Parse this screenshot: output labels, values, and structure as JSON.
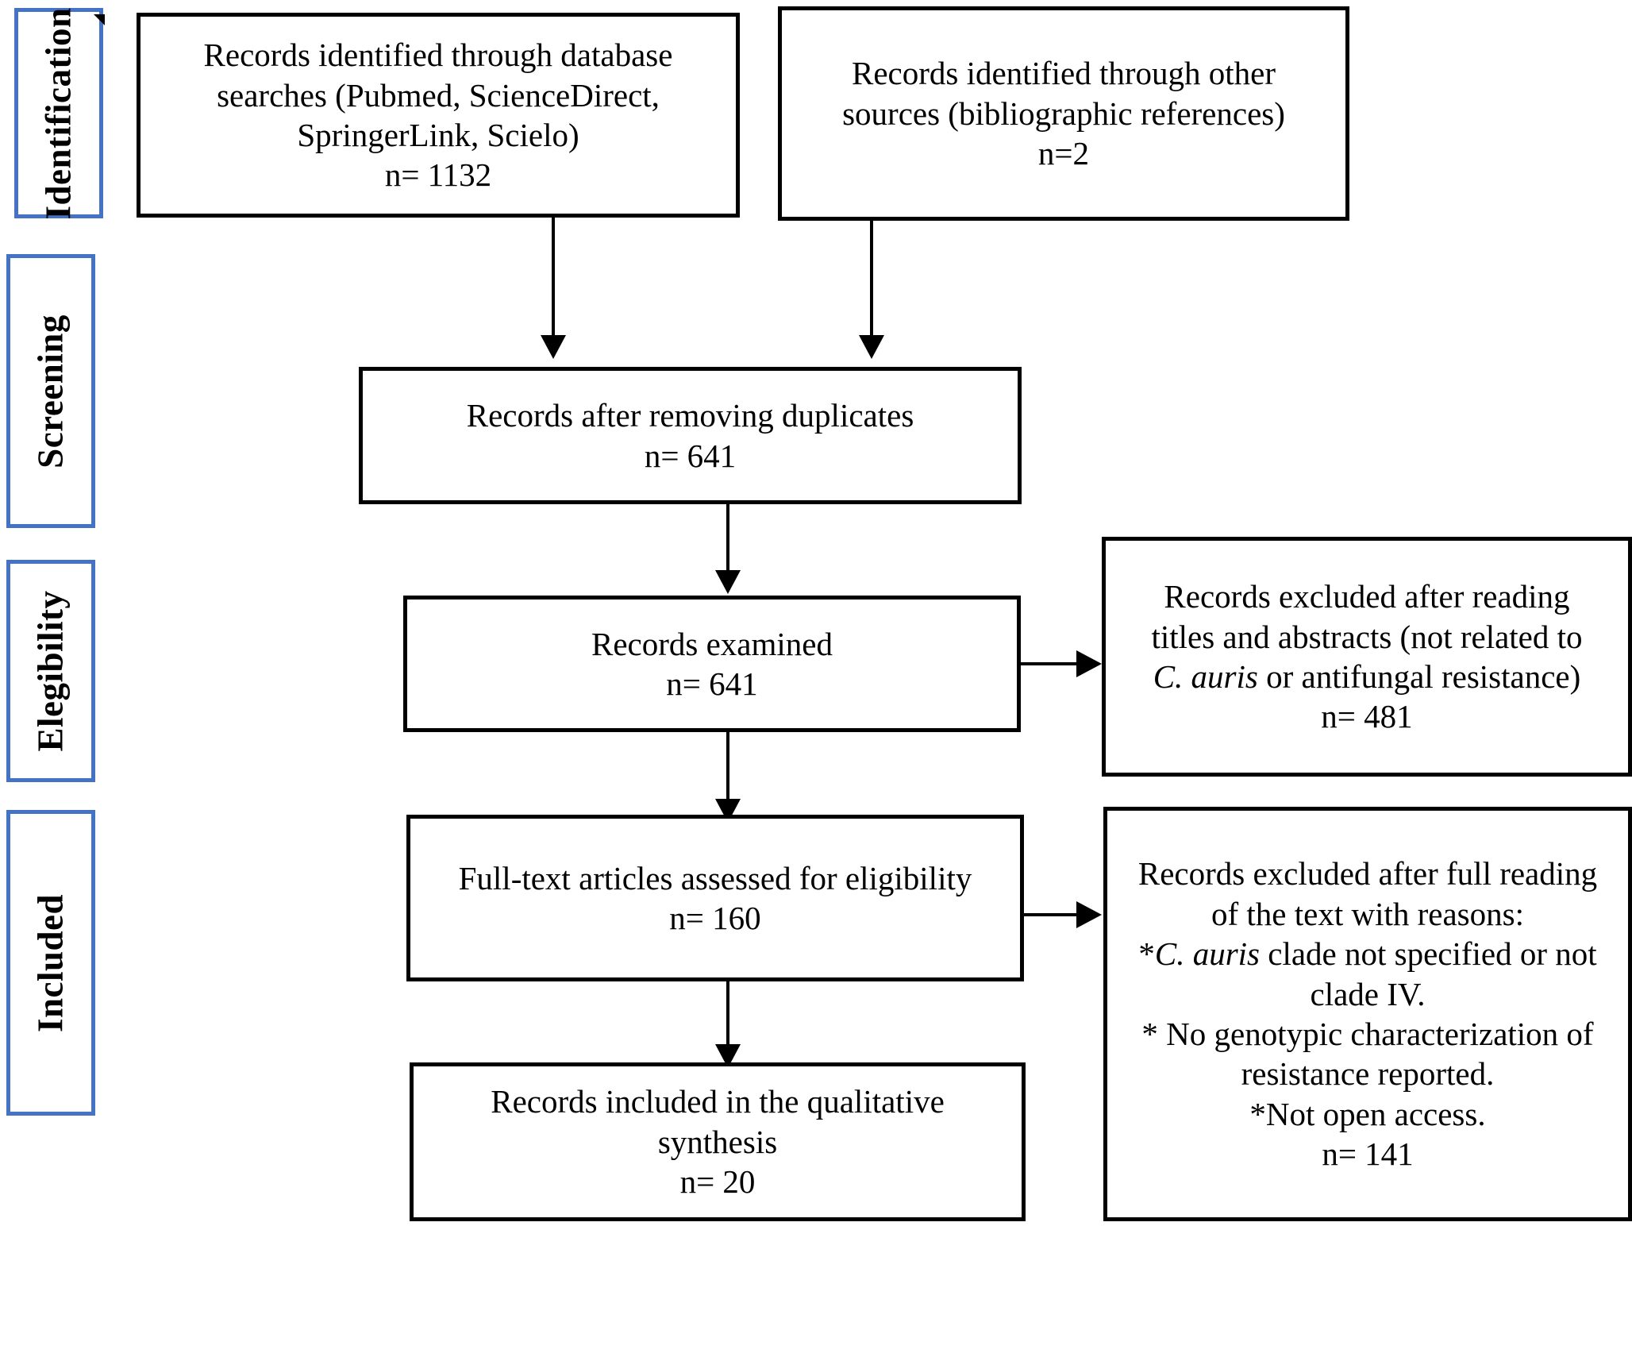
{
  "figure": {
    "type": "prisma-flow-diagram",
    "colors": {
      "stage_border": "#4472c4",
      "box_border": "#000000",
      "text": "#000000",
      "background": "#ffffff"
    }
  },
  "stages": [
    {
      "label": "Identification"
    },
    {
      "label": "Screening"
    },
    {
      "label": "Elegibility"
    },
    {
      "label": "Included"
    }
  ],
  "boxes": {
    "database_records": {
      "line1": "Records identified through database",
      "line2": "searches (Pubmed, ScienceDirect,",
      "line3": "SpringerLink, Scielo)",
      "count": "n= 1132"
    },
    "other_records": {
      "line1": "Records identified through other",
      "line2": "sources (bibliographic references)",
      "count": "n=2"
    },
    "after_duplicates": {
      "line1": "Records after removing duplicates",
      "count": "n= 641"
    },
    "records_examined": {
      "line1": "Records examined",
      "count": "n= 641"
    },
    "excluded_titles_abstracts": {
      "line1": "Records excluded after reading",
      "line2": "titles and abstracts (not related to",
      "line3_italic": "C. auris",
      "line3_rest": " or antifungal resistance)",
      "count": "n= 481"
    },
    "full_text_assessed": {
      "line1": "Full-text articles assessed for eligibility",
      "count": "n= 160"
    },
    "excluded_full_reading": {
      "line1": "Records excluded after full reading",
      "line2": "of the text with reasons:",
      "reason1_prefix": "*",
      "reason1_italic": "C. auris",
      "reason1_rest": " clade not specified or not",
      "reason1_cont": "clade IV.",
      "reason2": "* No genotypic characterization of",
      "reason2_cont": "resistance reported.",
      "reason3": "*Not open access.",
      "count": "n= 141"
    },
    "included_qualitative": {
      "line1": "Records included in the qualitative",
      "line2": "synthesis",
      "count": "n= 20"
    }
  }
}
